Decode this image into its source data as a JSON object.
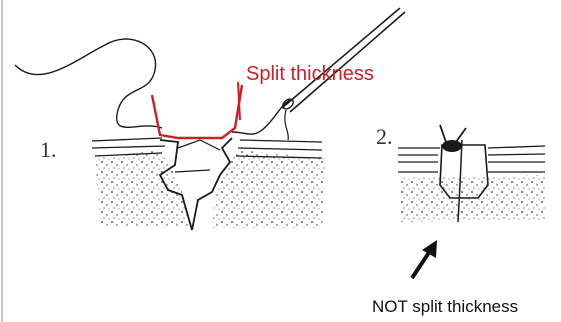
{
  "figure": {
    "panel1_number": "1.",
    "panel2_number": "2.",
    "split_label": "Split thickness",
    "not_split_label": "NOT split thickness"
  },
  "colors": {
    "annotation": "#cc2027",
    "drawing": "#1a1a1a"
  }
}
